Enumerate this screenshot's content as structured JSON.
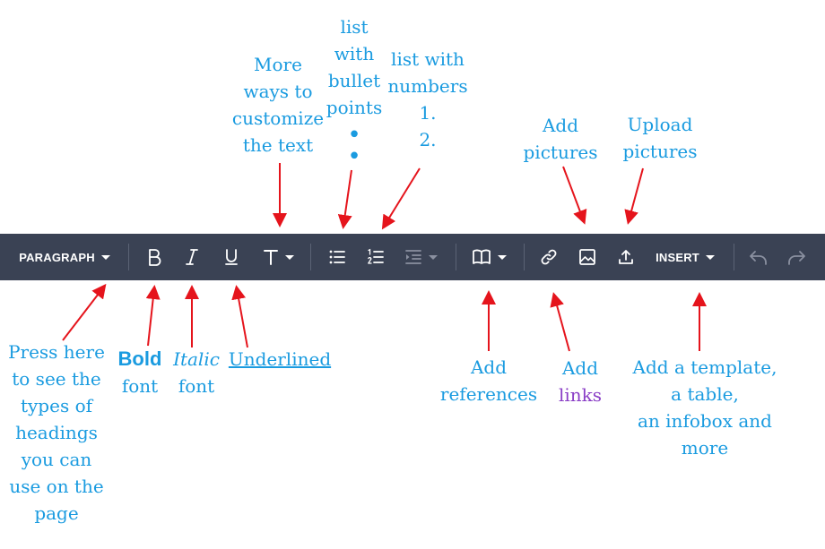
{
  "toolbar": {
    "paragraph_label": "PARAGRAPH",
    "insert_label": "INSERT",
    "icons": {
      "paragraph": "chevron-down-icon",
      "bold": "bold-icon",
      "italic": "italic-icon",
      "underline": "underline-icon",
      "text_style": "text-style-icon",
      "bullet_list": "bullet-list-icon",
      "numbered_list": "numbered-list-icon",
      "indent": "indent-icon",
      "references": "book-icon",
      "link": "link-icon",
      "image": "image-icon",
      "upload": "upload-icon",
      "undo": "undo-icon",
      "redo": "redo-icon"
    },
    "colors": {
      "background": "#3a4254",
      "icon": "#ffffff",
      "disabled": "#8a90a0"
    }
  },
  "annotations": {
    "text_style": [
      "More",
      "ways to",
      "customize",
      "the text"
    ],
    "bullet_list": [
      "list",
      "with",
      "bullet",
      "points"
    ],
    "numbered_list": [
      "list with",
      "numbers",
      "1.",
      "2."
    ],
    "add_pictures": [
      "Add",
      "pictures"
    ],
    "upload_pictures": [
      "Upload",
      "pictures"
    ],
    "paragraph": [
      "Press here",
      "to see the",
      "types of",
      "headings",
      "you can",
      "use on the",
      "page"
    ],
    "bold": {
      "word": "Bold",
      "rest": "font"
    },
    "italic": {
      "word": "Italic",
      "rest": "font"
    },
    "underline": {
      "word": "Underlined"
    },
    "references": [
      "Add",
      "references"
    ],
    "links": {
      "first": "Add",
      "word": "links"
    },
    "insert": [
      "Add a template,",
      "a table,",
      "an infobox and",
      "more"
    ]
  },
  "colors": {
    "annotation_text": "#1a9be0",
    "arrow": "#e5141c",
    "links_word": "#8a3ec6"
  }
}
